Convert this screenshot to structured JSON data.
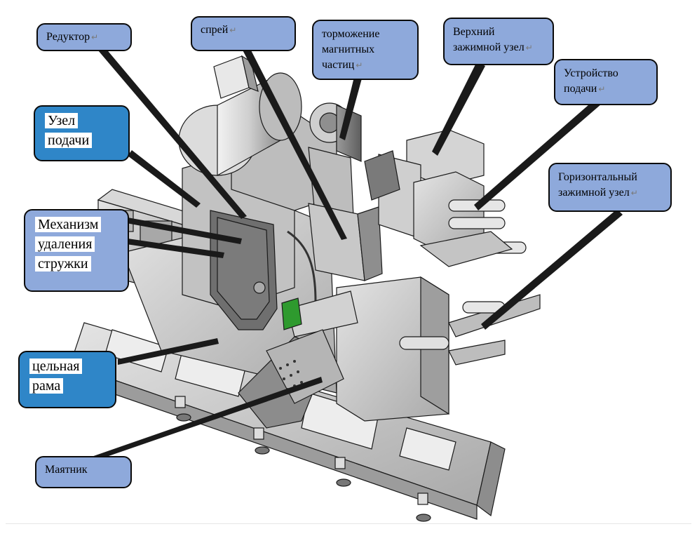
{
  "diagram": {
    "labels": {
      "reducer": "Редуктор",
      "spray": "спрей",
      "magnetic_brake": [
        "торможение",
        "магнитных",
        "частиц"
      ],
      "upper_clamp": [
        "Верхний",
        "зажимной узел"
      ],
      "feed_device": [
        "Устройство",
        "подачи"
      ],
      "horizontal_clamp": [
        "Горизонтальный",
        "зажимной узел"
      ],
      "feed_unit": [
        "Узел",
        "подачи"
      ],
      "chip_removal": [
        "Механизм",
        "удаления",
        "стружки"
      ],
      "solid_frame": [
        "цельная",
        "рама"
      ],
      "pendulum": "Маятник"
    },
    "paragraph_mark": "↵",
    "colors": {
      "callout_light": "#8ea9db",
      "callout_dark": "#2f86c8",
      "machine_body": "#c9c9c9",
      "machine_shadow": "#8a8a8a",
      "guard_green": "#2e9a2e",
      "outline": "#1a1a1a"
    }
  }
}
